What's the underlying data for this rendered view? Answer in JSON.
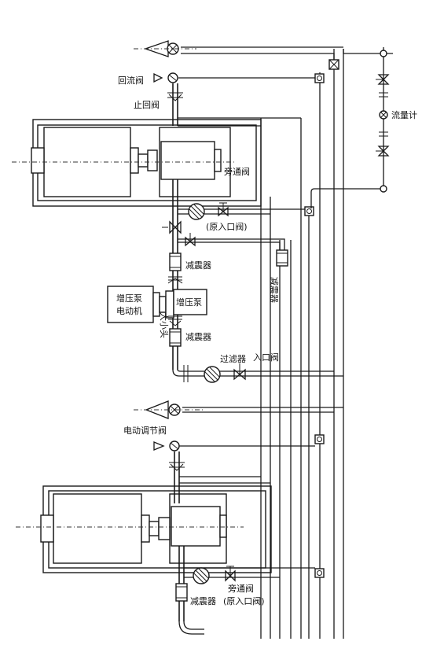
{
  "labels": {
    "return_valve": "回流阀",
    "check_valve": "止回阀",
    "bypass_valve_top": "旁通阀",
    "original_inlet_valve_top": "(原入口阀)",
    "damper_vertical": "减震器",
    "damper_1": "减震器",
    "booster_pump_motor_line1": "增压泵",
    "booster_pump_motor_line2": "电动机",
    "booster_pump": "增压泵",
    "reducer": "大小头",
    "damper_2": "减震器",
    "filter": "过滤器",
    "inlet_valve": "入口阀",
    "electric_control_valve": "电动调节阀",
    "bypass_valve_bottom": "旁通阀",
    "original_inlet_valve_bottom": "(原入口阀)",
    "damper_3": "减震器",
    "flow_meter": "流量计"
  },
  "colors": {
    "line": "#1a1a1a",
    "background": "#ffffff"
  }
}
